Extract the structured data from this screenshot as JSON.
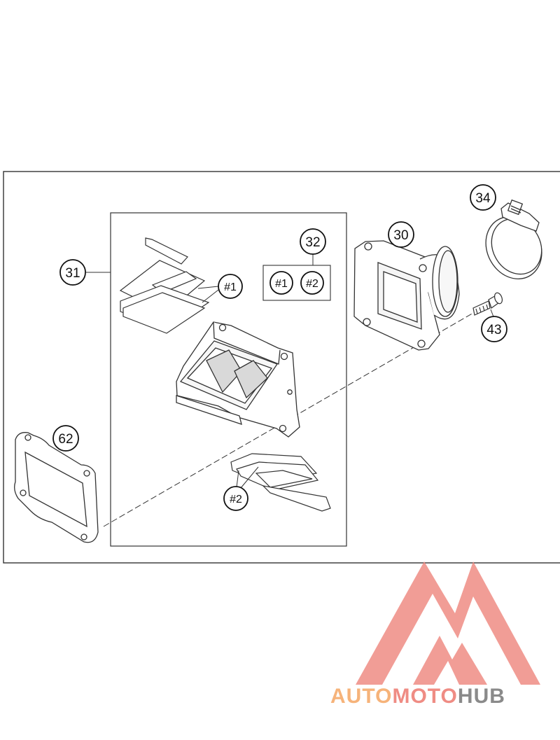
{
  "callouts": {
    "reed_valve_assy": "31",
    "reed_kit": "32",
    "intake_flange": "30",
    "hose_clamp": "34",
    "screw": "43",
    "gasket": "62",
    "reed_1": "#1",
    "reed_2_lower": "#2",
    "kit_reed_1": "#1",
    "kit_reed_2": "#2"
  },
  "watermark": {
    "part1": "AUTO",
    "part2": "MOTO",
    "part3": "HUB",
    "colors": {
      "part1": "#f6b37a",
      "part2": "#ef8c84",
      "part3": "#8a8a8a",
      "logo_mark": "#ef8c84"
    }
  }
}
